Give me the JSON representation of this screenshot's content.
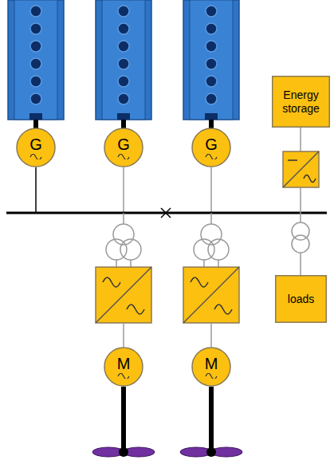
{
  "diagram": {
    "nodes": [
      {
        "text": [
          "G"
        ]
      },
      {
        "text": [
          "G"
        ]
      },
      {
        "text": [
          "G"
        ]
      },
      {
        "text": [
          "Energy storage"
        ]
      },
      {
        "text": [
          "loads"
        ]
      },
      {
        "text": [
          "M"
        ]
      },
      {
        "text": [
          "M"
        ]
      }
    ]
  }
}
